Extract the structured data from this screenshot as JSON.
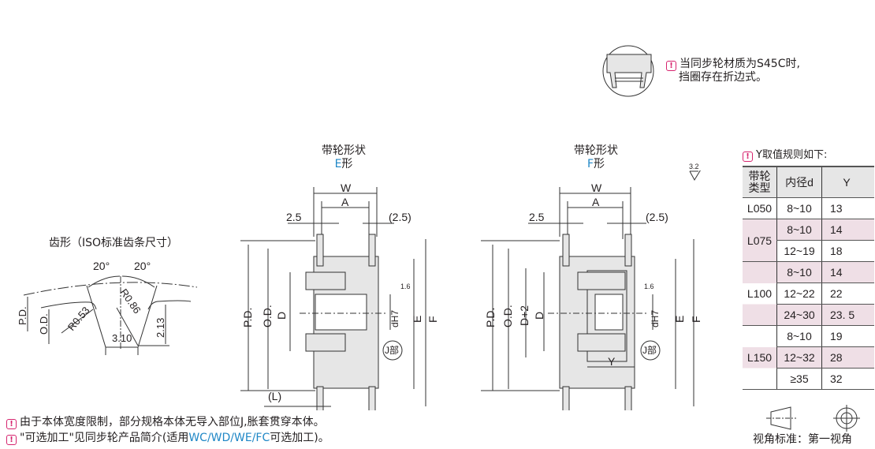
{
  "top_note": {
    "icon": "notice-icon",
    "line1": "当同步轮材质为S45C时,",
    "line2": "挡圈存在折边式。"
  },
  "tooth_profile": {
    "title": "齿形（ISO标准齿条尺寸）",
    "angle_left": "20°",
    "angle_right": "20°",
    "label_pd": "P.D.",
    "label_od": "O.D.",
    "radius_small": "R0.53",
    "radius_large": "R0.86",
    "depth": "2.13",
    "width": "3.10"
  },
  "e_type": {
    "title": "带轮形状",
    "type_letter": "E",
    "type_suffix": "形",
    "dim_w": "W",
    "dim_a": "A",
    "dim_left": "2.5",
    "dim_right": "(2.5)",
    "dim_pd": "P.D.",
    "dim_od": "O.D.",
    "dim_d": "D",
    "dim_dh7": "dH7",
    "dim_e": "E",
    "dim_f": "F",
    "dim_l": "(L)",
    "roughness": "1.6",
    "detail_label": "J部"
  },
  "f_type": {
    "title": "带轮形状",
    "type_letter": "F",
    "type_suffix": "形",
    "dim_w": "W",
    "dim_a": "A",
    "dim_left": "2.5",
    "dim_right": "(2.5)",
    "dim_pd": "P.D.",
    "dim_od": "O.D.",
    "dim_d2": "D+2",
    "dim_d": "D",
    "dim_dh7": "dH7",
    "dim_e": "E",
    "dim_f": "F",
    "dim_y": "Y",
    "roughness": "1.6",
    "detail_label": "J部",
    "general_roughness": "3.2"
  },
  "y_table": {
    "title": "Y取值规则如下:",
    "headers": [
      "带轮类型",
      "内径d",
      "Y"
    ],
    "header_type_line1": "带轮",
    "header_type_line2": "类型",
    "rows": [
      {
        "type": "L050",
        "bore": "8~10",
        "y": "13",
        "highlight": false
      },
      {
        "type": "L075",
        "bore": "8~10",
        "y": "14",
        "highlight": true
      },
      {
        "type": "",
        "bore": "12~19",
        "y": "18",
        "highlight": false
      },
      {
        "type": "",
        "bore": "8~10",
        "y": "14",
        "highlight": true
      },
      {
        "type": "L100",
        "bore": "12~22",
        "y": "22",
        "highlight": false
      },
      {
        "type": "",
        "bore": "24~30",
        "y": "23. 5",
        "highlight": true
      },
      {
        "type": "",
        "bore": "8~10",
        "y": "19",
        "highlight": false
      },
      {
        "type": "L150",
        "bore": "12~32",
        "y": "28",
        "highlight": true
      },
      {
        "type": "",
        "bore": "≥35",
        "y": "32",
        "highlight": false
      }
    ]
  },
  "projection": {
    "label": "视角标准：第一视角"
  },
  "bottom_notes": {
    "note1": "由于本体宽度限制，部分规格本体无导入部位J,胀套贯穿本体。",
    "note2_prefix": "\"可选加工\"见同步轮产品简介(适用",
    "note2_codes": "WC/WD/WE/FC",
    "note2_suffix": "可选加工)。"
  },
  "colors": {
    "accent_blue": "#1f87c6",
    "notice_pink": "#d6246e",
    "row_highlight": "#efdfe6",
    "part_fill": "#e6e6e6"
  }
}
